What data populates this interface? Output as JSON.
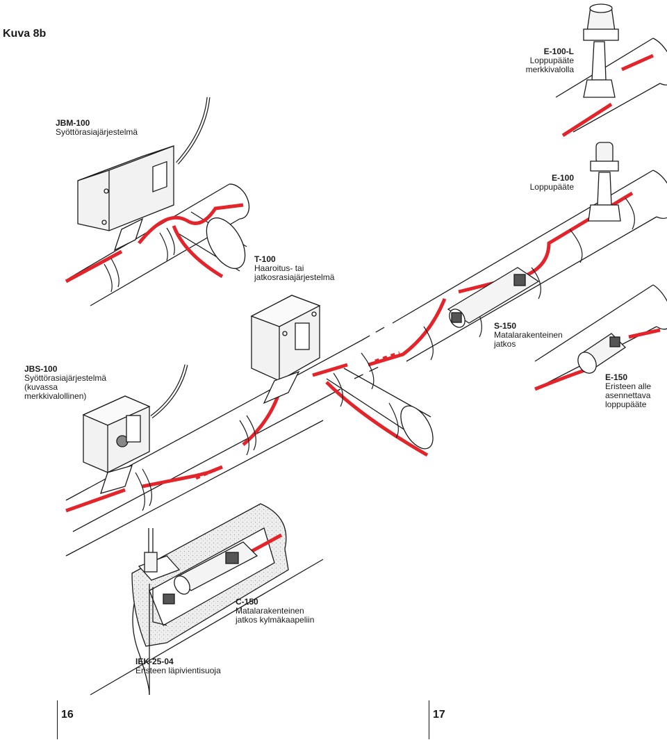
{
  "figure_title": "Kuva 8b",
  "labels": {
    "e100l": {
      "code": "E-100-L",
      "lines": [
        "Loppupääte",
        "merkkivalolla"
      ]
    },
    "jbm100": {
      "code": "JBM-100",
      "lines": [
        "Syöttörasiajärjestelmä"
      ]
    },
    "e100": {
      "code": "E-100",
      "lines": [
        "Loppupääte"
      ]
    },
    "t100": {
      "code": "T-100",
      "lines": [
        "Haaroitus- tai",
        "jatkosrasiajärjestelmä"
      ]
    },
    "s150": {
      "code": "S-150",
      "lines": [
        "Matalarakenteinen",
        "jatkos"
      ]
    },
    "jbs100": {
      "code": "JBS-100",
      "lines": [
        "Syöttörasiajärjestelmä",
        "(kuvassa",
        "merkkivalollinen)"
      ]
    },
    "e150": {
      "code": "E-150",
      "lines": [
        "Eristeen alle",
        "asennettava",
        "loppupääte"
      ]
    },
    "c150": {
      "code": "C-150",
      "lines": [
        "Matalarakenteinen",
        "jatkos kylmäkaapeliin"
      ]
    },
    "iek2504": {
      "code": "IEK-25-04",
      "lines": [
        "Eristeen läpivientisuoja"
      ]
    }
  },
  "page_numbers": {
    "left": "16",
    "right": "17"
  },
  "colors": {
    "heating_cable": "#e3252b",
    "outline": "#1a1a1a",
    "box_fill": "#f2f2f2",
    "insulation": "#e8e8e8"
  }
}
